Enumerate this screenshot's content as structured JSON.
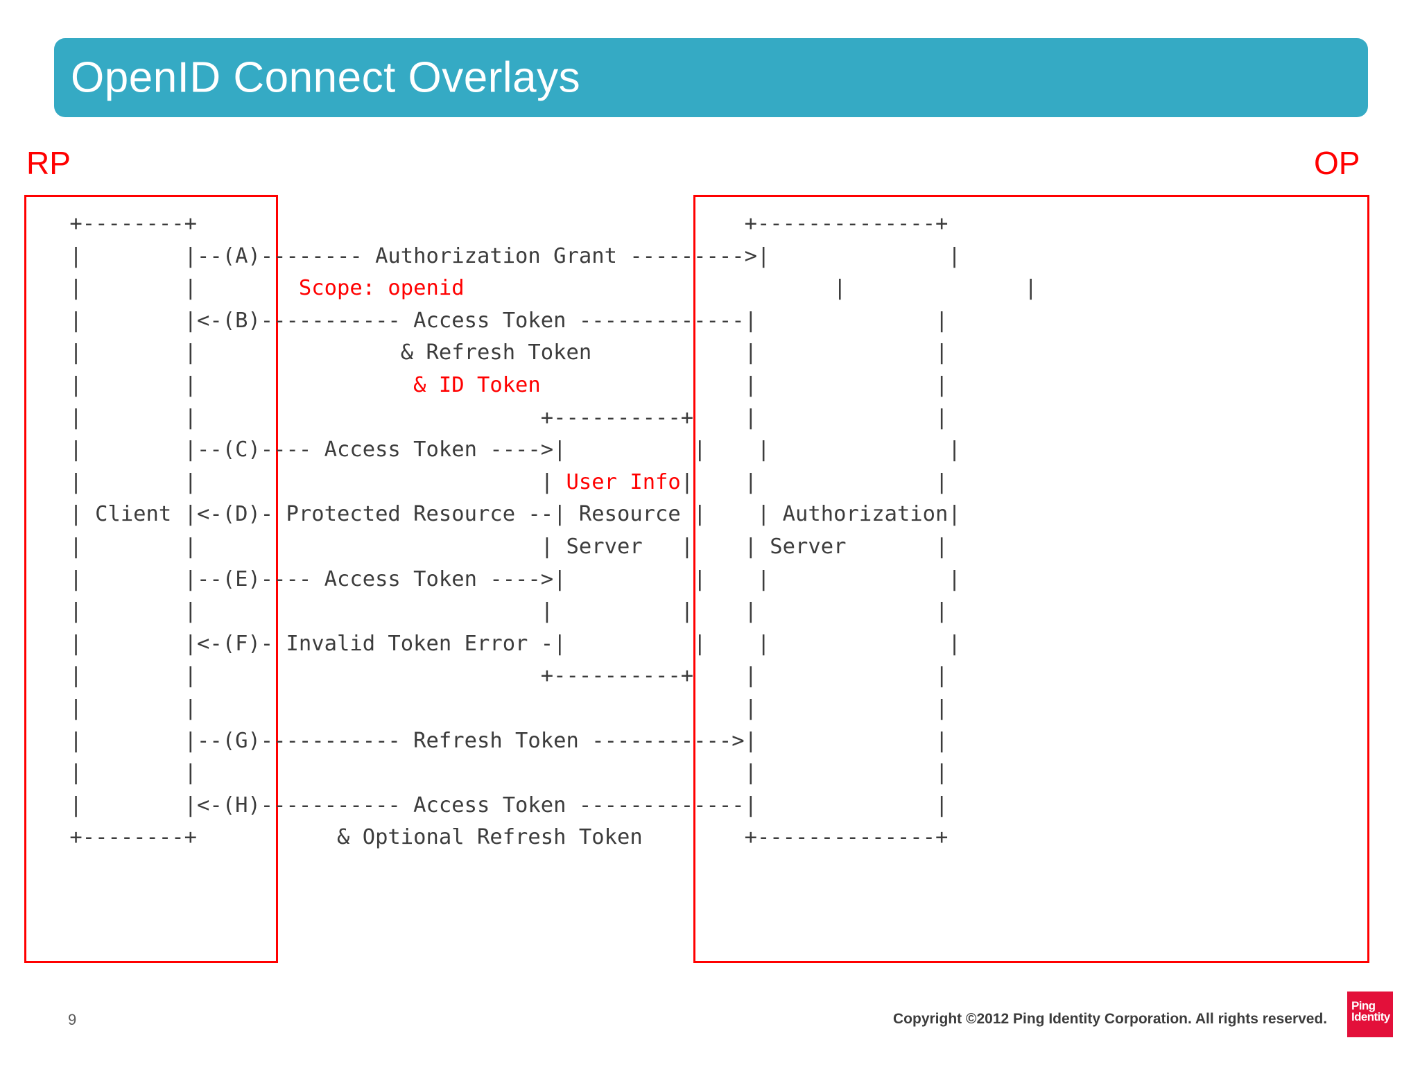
{
  "slide": {
    "title": "OpenID Connect Overlays",
    "accent_color": "#35AAC4",
    "overlay_color": "#FF0000",
    "body_color": "#3C3C3C"
  },
  "zones": {
    "rp_label": "RP",
    "op_label": "OP"
  },
  "diagram": {
    "type": "ascii-sequence-diagram",
    "boxes": [
      {
        "name": "Client",
        "label": "Client"
      },
      {
        "name": "Resource Server",
        "label": "Resource\nServer"
      },
      {
        "name": "Authorization Server",
        "label": "Authorization\nServer"
      }
    ],
    "steps": [
      {
        "id": "A",
        "label": "Authorization Grant",
        "direction": "right",
        "overlay": "Scope: openid"
      },
      {
        "id": "B",
        "label": "Access Token",
        "direction": "left",
        "sublabel": "& Refresh Token",
        "overlay": "& ID Token"
      },
      {
        "id": "C",
        "label": "Access Token",
        "direction": "right"
      },
      {
        "id": "D",
        "label": "Protected Resource",
        "direction": "left"
      },
      {
        "id": "E",
        "label": "Access Token",
        "direction": "right"
      },
      {
        "id": "F",
        "label": "Invalid Token Error",
        "direction": "left"
      },
      {
        "id": "G",
        "label": "Refresh Token",
        "direction": "right"
      },
      {
        "id": "H",
        "label": "Access Token",
        "direction": "left",
        "sublabel": "& Optional Refresh Token"
      }
    ],
    "overlays": [
      "Scope: openid",
      "& ID Token",
      "User Info"
    ],
    "lines": [
      {
        "text": " +--------+                                           +--------------+"
      },
      {
        "text": " |        |--(A)-------- Authorization Grant --------->|              |"
      },
      {
        "text": " |        |        ",
        "red": "Scope: openid",
        "tail": "                             |              |"
      },
      {
        "text": " |        |<-(B)----------- Access Token -------------|              |"
      },
      {
        "text": " |        |                & Refresh Token            |              |"
      },
      {
        "text": " |        |                 ",
        "red": "& ID Token",
        "tail": "                |              |"
      },
      {
        "text": " |        |                           +----------+    |              |"
      },
      {
        "text": " |        |--(C)---- Access Token ---->|          |    |              |"
      },
      {
        "text": " |        |                           | ",
        "red": "User Info",
        "tail": "|    |              |"
      },
      {
        "text": " | Client |<-(D)- Protected Resource --| Resource |    | Authorization|"
      },
      {
        "text": " |        |                           | Server   |    | Server       |"
      },
      {
        "text": " |        |--(E)---- Access Token ---->|          |    |              |"
      },
      {
        "text": " |        |                           |          |    |              |"
      },
      {
        "text": " |        |<-(F)- Invalid Token Error -|          |    |              |"
      },
      {
        "text": " |        |                           +----------+    |              |"
      },
      {
        "text": " |        |                                           |              |"
      },
      {
        "text": " |        |--(G)----------- Refresh Token ----------->|              |"
      },
      {
        "text": " |        |                                           |              |"
      },
      {
        "text": " |        |<-(H)----------- Access Token -------------|              |"
      },
      {
        "text": " +--------+           & Optional Refresh Token        +--------------+"
      }
    ]
  },
  "footer": {
    "page_number": "9",
    "copyright": "Copyright ©2012 Ping Identity Corporation. All rights reserved.",
    "logo_text": "Ping\nIdentity",
    "logo_color": "#E3103A"
  }
}
